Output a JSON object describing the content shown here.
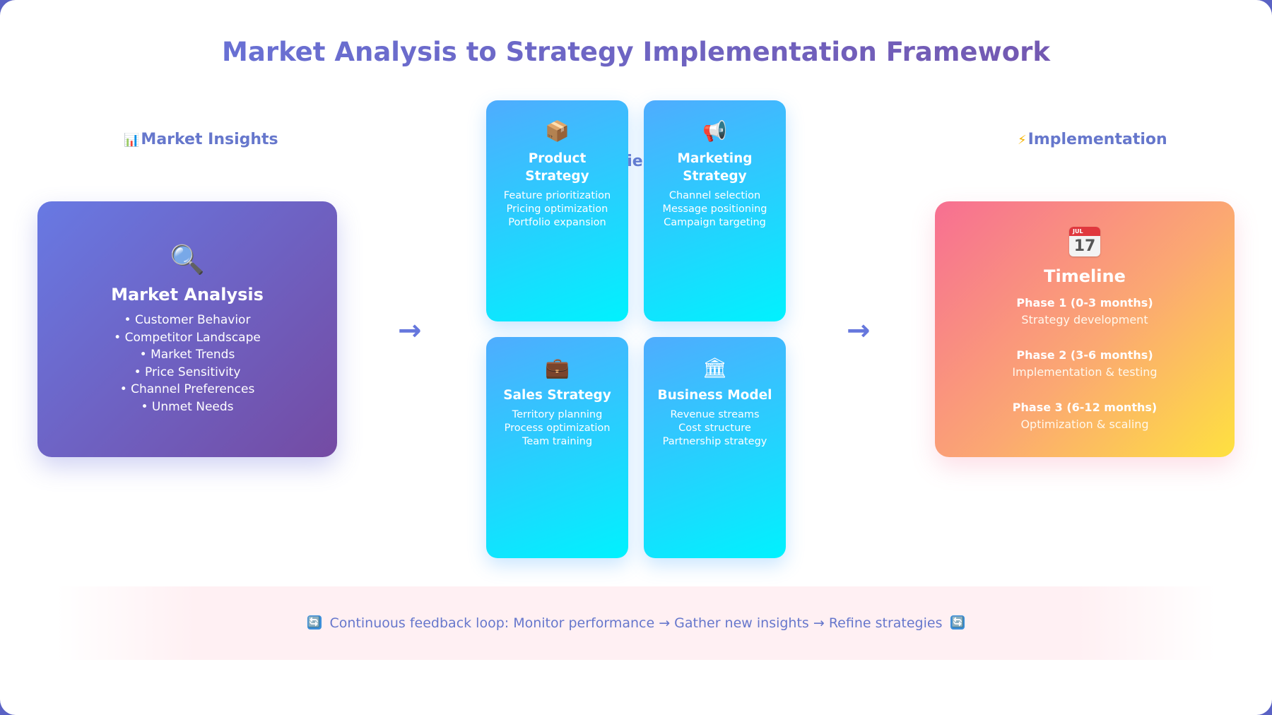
{
  "title": "Market Analysis to Strategy Implementation Framework",
  "sections": {
    "insights": {
      "icon": "📊",
      "label": "Market Insights"
    },
    "strategies": {
      "label": "Strategies"
    },
    "implementation": {
      "icon": "⚡",
      "label": "Implementation"
    }
  },
  "market_analysis": {
    "icon": "🔍",
    "title": "Market Analysis",
    "items": [
      "• Customer Behavior",
      "• Competitor Landscape",
      "• Market Trends",
      "• Price Sensitivity",
      "• Channel Preferences",
      "• Unmet Needs"
    ]
  },
  "arrows": {
    "left": "→",
    "right": "→"
  },
  "strategy_cards": [
    {
      "icon": "📦",
      "title": "Product Strategy",
      "items": [
        "Feature prioritization",
        "Pricing optimization",
        "Portfolio expansion"
      ]
    },
    {
      "icon": "📢",
      "title": "Marketing Strategy",
      "items": [
        "Channel selection",
        "Message positioning",
        "Campaign targeting"
      ]
    },
    {
      "icon": "💼",
      "title": "Sales Strategy",
      "items": [
        "Territory planning",
        "Process optimization",
        "Team training"
      ]
    },
    {
      "icon": "🏛",
      "title": "Business Model",
      "items": [
        "Revenue streams",
        "Cost structure",
        "Partnership strategy"
      ]
    }
  ],
  "timeline": {
    "icon": {
      "month": "JUL",
      "day": "17"
    },
    "title": "Timeline",
    "phases": [
      {
        "name": "Phase 1 (0-3 months)",
        "desc": "Strategy development"
      },
      {
        "name": "Phase 2 (3-6 months)",
        "desc": "Implementation & testing"
      },
      {
        "name": "Phase 3 (6-12 months)",
        "desc": "Optimization & scaling"
      }
    ]
  },
  "feedback": {
    "icon": "🔄",
    "text": "Continuous feedback loop: Monitor performance → Gather new insights → Refine strategies"
  }
}
